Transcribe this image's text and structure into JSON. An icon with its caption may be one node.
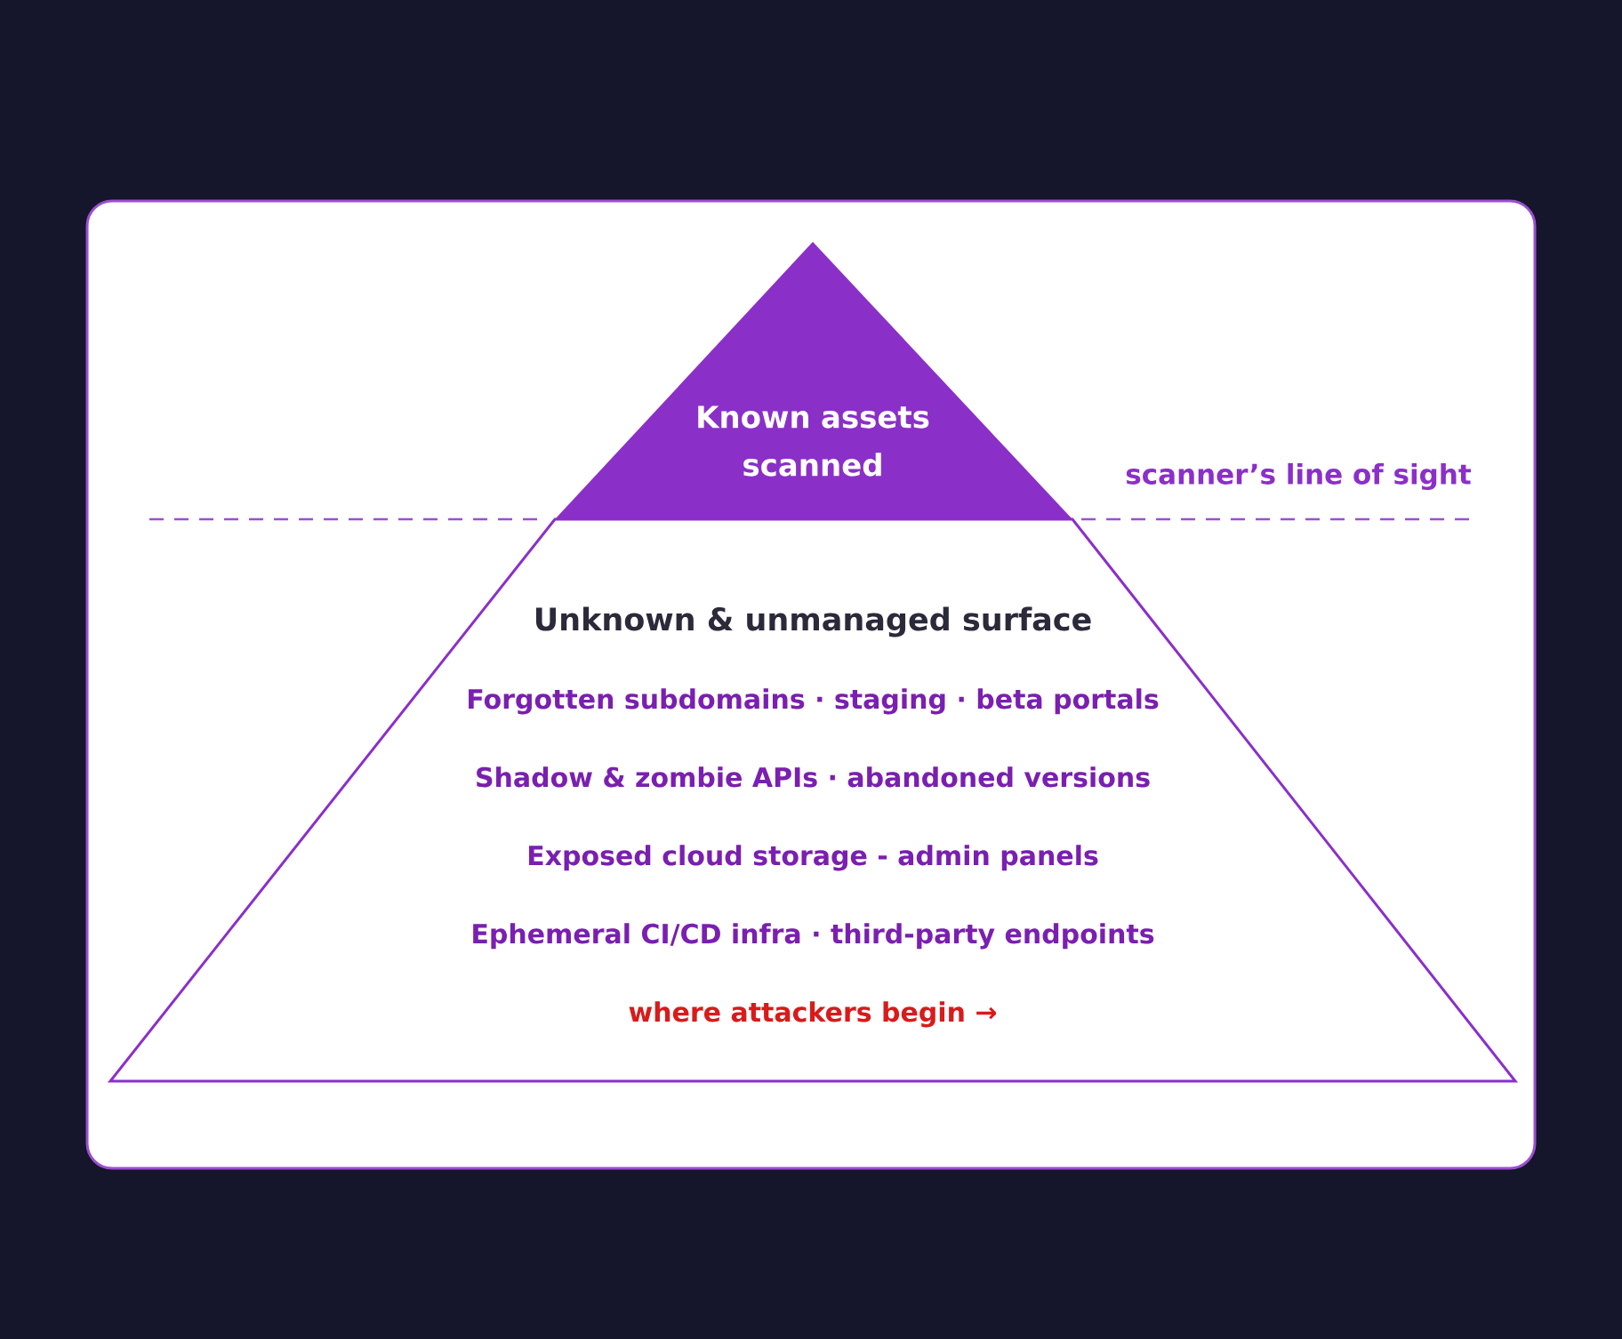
{
  "diagram": {
    "nodes": [
      {
        "text": [
          "Known assets scanned"
        ]
      },
      {
        "text": [
          "Unknown & unmanaged surface",
          "Forgotten subdomains · staging · beta portals",
          "Shadow & zombie APIs · abandoned versions",
          "Exposed cloud storage - admin panels",
          "Ephemeral CI/CD infra · third-party endpoints",
          "where attackers begin →"
        ]
      }
    ],
    "labels": [
      "scanner’s line of sight"
    ]
  }
}
